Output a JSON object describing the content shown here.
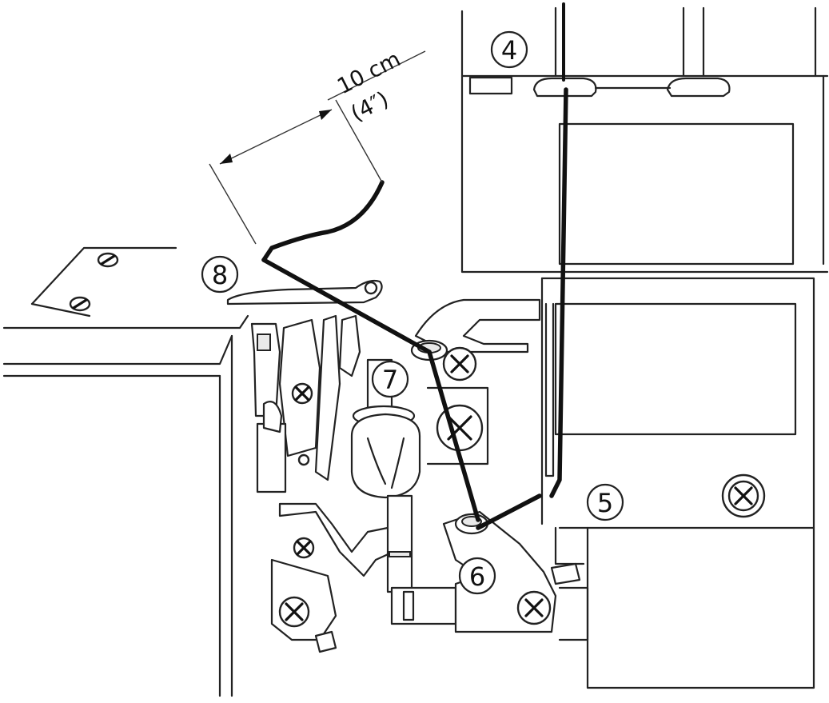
{
  "callouts": {
    "step_4": "4",
    "step_5": "5",
    "step_6": "6",
    "step_7": "7",
    "step_8": "8"
  },
  "dimension": {
    "metric": "10 cm",
    "imperial": "(4″)"
  }
}
